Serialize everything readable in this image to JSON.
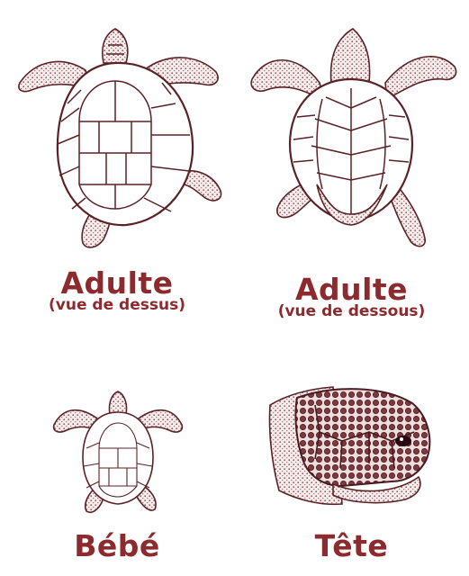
{
  "panels": [
    {
      "title": "Adulte",
      "subtitle": "(vue de dessus)"
    },
    {
      "title": "Adulte",
      "subtitle": "(vue de dessous)"
    },
    {
      "title": "Bébé",
      "subtitle": ""
    },
    {
      "title": "Tête",
      "subtitle": ""
    }
  ],
  "colors": {
    "caption": "#8c2a2e",
    "ink": "#5a2226",
    "stipple": "#b98f93"
  },
  "icons": [
    "turtle-top-view-icon",
    "turtle-bottom-view-icon",
    "hatchling-icon",
    "turtle-head-icon"
  ]
}
